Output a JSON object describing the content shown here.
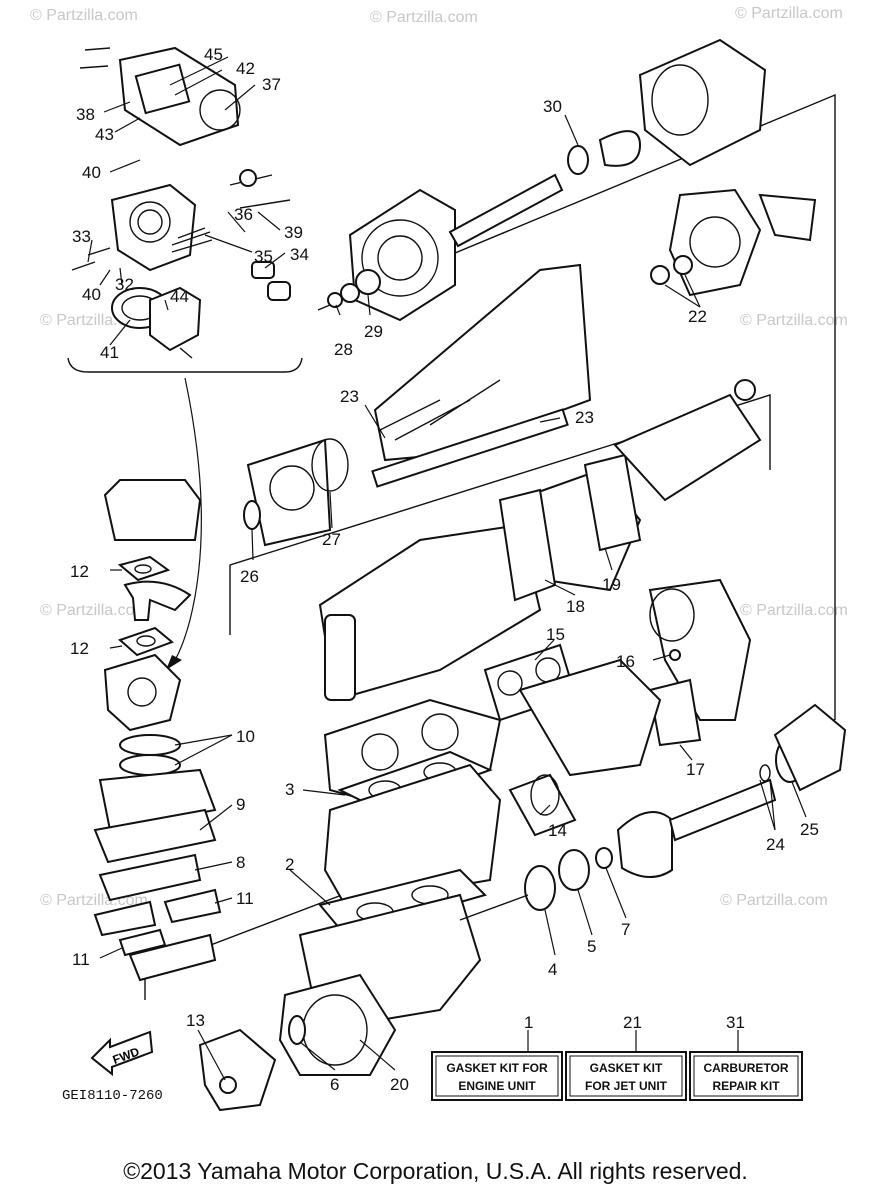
{
  "watermark": "© Partzilla.com",
  "diagram_code": "GEI8110-7260",
  "fwd_label": "FWD",
  "copyright": "©2013 Yamaha Motor Corporation, U.S.A. All rights reserved.",
  "callouts": {
    "c1": "1",
    "c2": "2",
    "c3": "3",
    "c4": "4",
    "c5": "5",
    "c6": "6",
    "c7": "7",
    "c8": "8",
    "c9": "9",
    "c10": "10",
    "c11a": "11",
    "c11b": "11",
    "c12a": "12",
    "c12b": "12",
    "c13": "13",
    "c14": "14",
    "c15": "15",
    "c16": "16",
    "c17": "17",
    "c18": "18",
    "c19": "19",
    "c20": "20",
    "c21": "21",
    "c22": "22",
    "c23a": "23",
    "c23b": "23",
    "c24": "24",
    "c25": "25",
    "c26": "26",
    "c27": "27",
    "c28": "28",
    "c29": "29",
    "c30": "30",
    "c31": "31",
    "c32": "32",
    "c33": "33",
    "c34": "34",
    "c35": "35",
    "c36": "36",
    "c37": "37",
    "c38": "38",
    "c39": "39",
    "c40a": "40",
    "c40b": "40",
    "c41": "41",
    "c42": "42",
    "c43": "43",
    "c44": "44",
    "c45": "45"
  },
  "kits": {
    "engine": {
      "line1": "GASKET KIT FOR",
      "line2": "ENGINE UNIT"
    },
    "jet": {
      "line1": "GASKET KIT",
      "line2": "FOR JET UNIT"
    },
    "carb": {
      "line1": "CARBURETOR",
      "line2": "REPAIR KIT"
    }
  }
}
